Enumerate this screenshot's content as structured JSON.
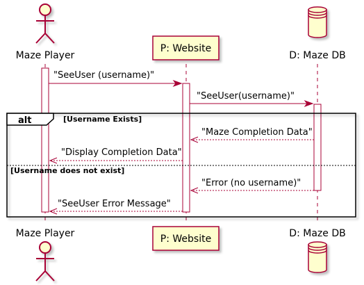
{
  "participants": {
    "player": {
      "label": "Maze Player",
      "kind": "actor"
    },
    "website": {
      "label": "P: Website",
      "kind": "participant"
    },
    "db": {
      "label": "D: Maze DB",
      "kind": "database"
    }
  },
  "messages": [
    {
      "from": "player",
      "to": "website",
      "style": "solid",
      "label": "\"SeeUser (username)\""
    },
    {
      "from": "website",
      "to": "db",
      "style": "solid",
      "label": "\"SeeUser(username)\""
    },
    {
      "from": "db",
      "to": "website",
      "style": "dashed",
      "label": "\"Maze Completion Data\""
    },
    {
      "from": "website",
      "to": "player",
      "style": "dashed",
      "label": "\"Display Completion Data\""
    },
    {
      "from": "db",
      "to": "website",
      "style": "dashed",
      "label": "\"Error (no username)\""
    },
    {
      "from": "website",
      "to": "player",
      "style": "dashed",
      "label": "\"SeeUser Error Message\""
    }
  ],
  "alt_fragment": {
    "keyword": "alt",
    "guard_1": "[Username Exists]",
    "guard_2": "[Username does not exist]"
  },
  "colors": {
    "line": "#A80036",
    "fill": "#FEFECE",
    "frame": "#000000",
    "shadow": "#C0C0C0"
  }
}
